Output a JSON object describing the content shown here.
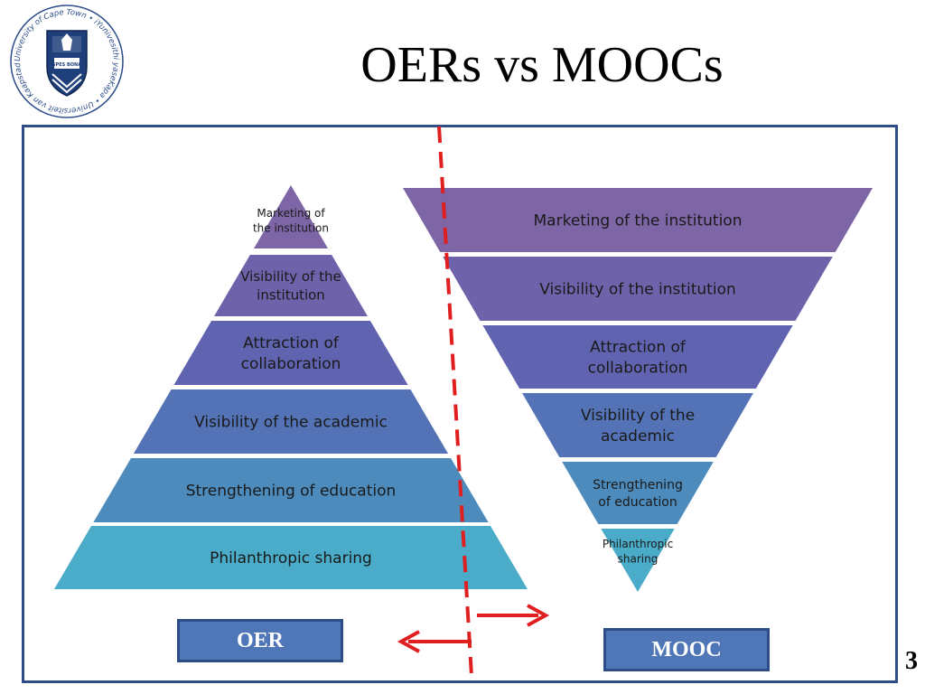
{
  "slide": {
    "title": "OERs vs MOOCs",
    "page_number": "3"
  },
  "logo": {
    "ring_text": "University of Cape Town • iYunivesithi yaseKapa • Universiteit van Kaapstad •",
    "book_text": "SPES BONA"
  },
  "oer_pyramid": {
    "levels": [
      {
        "lines": [
          "Marketing of",
          "the institution"
        ],
        "color": "#7d65a6"
      },
      {
        "lines": [
          "Visibility of the",
          "institution"
        ],
        "color": "#6e63aa"
      },
      {
        "lines": [
          "Attraction of",
          "collaboration"
        ],
        "color": "#5f63b0"
      },
      {
        "lines": [
          "Visibility of the academic"
        ],
        "color": "#5473b6"
      },
      {
        "lines": [
          "Strengthening of education"
        ],
        "color": "#4d8bbd"
      },
      {
        "lines": [
          "Philanthropic sharing"
        ],
        "color": "#4aacc8"
      }
    ]
  },
  "mooc_pyramid": {
    "levels": [
      {
        "lines": [
          "Marketing of the institution"
        ],
        "color": "#7d65a6"
      },
      {
        "lines": [
          "Visibility of the institution"
        ],
        "color": "#6e63aa"
      },
      {
        "lines": [
          "Attraction of",
          "collaboration"
        ],
        "color": "#5f63b0"
      },
      {
        "lines": [
          "Visibility of the",
          "academic"
        ],
        "color": "#5473b6"
      },
      {
        "lines": [
          "Strengthening",
          "of education"
        ],
        "color": "#4d8bbd"
      },
      {
        "lines": [
          "Philanthropic",
          "sharing"
        ],
        "color": "#4aacc8"
      }
    ]
  },
  "labels": {
    "oer": "OER",
    "mooc": "MOOC"
  },
  "colors": {
    "divider": "#e02020",
    "frame": "#2e4d87",
    "label_box": "#4f77b8"
  }
}
